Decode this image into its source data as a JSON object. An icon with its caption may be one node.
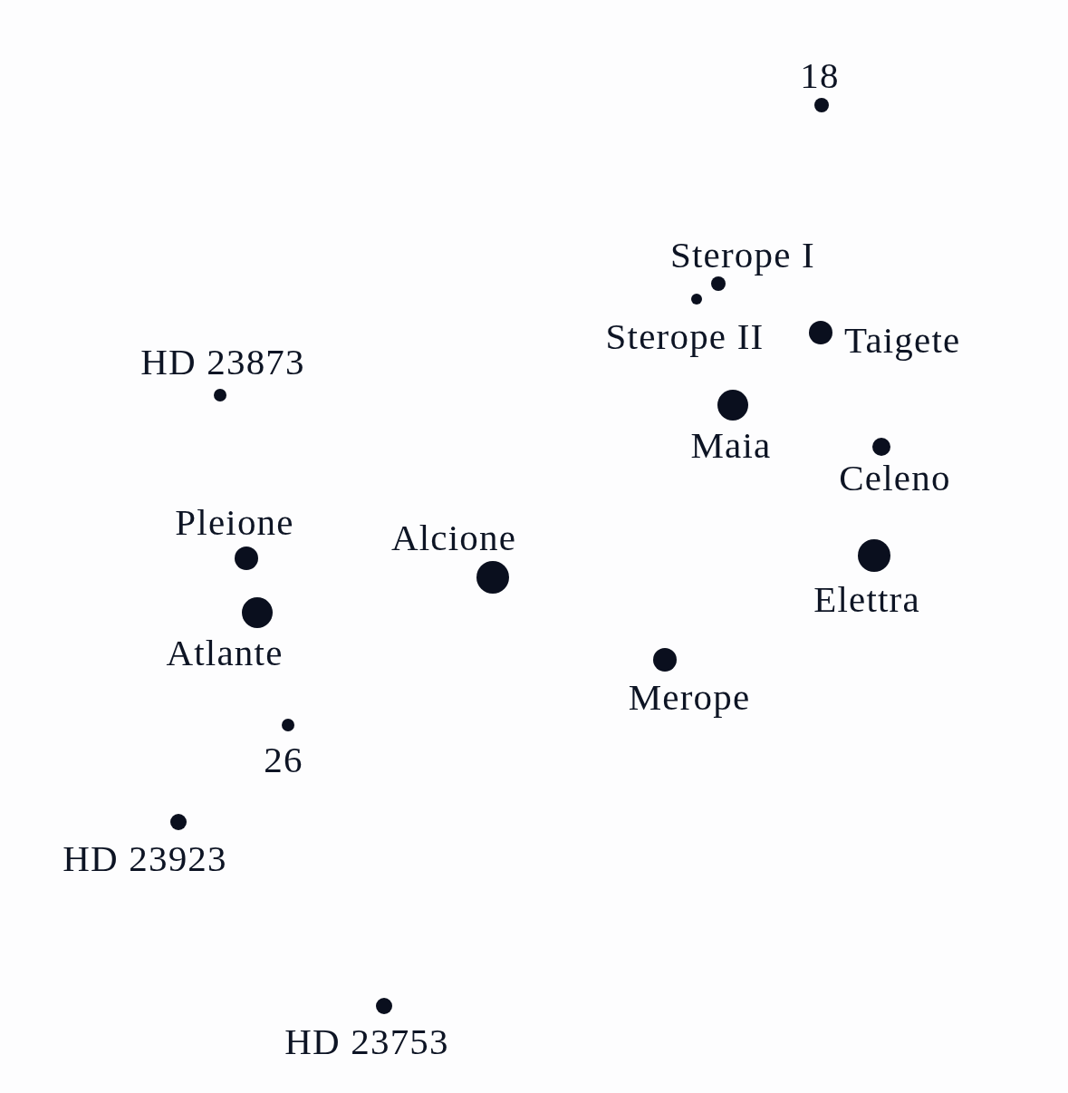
{
  "diagram": {
    "nodes": [
      {
        "text": [],
        "shape": "circle",
        "beside": [
          "18"
        ]
      },
      {
        "text": [],
        "shape": "circle",
        "beside": [
          "Sterope I"
        ]
      },
      {
        "text": [],
        "shape": "circle",
        "beside": [
          "Sterope II"
        ]
      },
      {
        "text": [],
        "shape": "circle",
        "beside": [
          "Taigete"
        ]
      },
      {
        "text": [],
        "shape": "circle",
        "beside": [
          "HD 23873"
        ]
      },
      {
        "text": [],
        "shape": "circle",
        "beside": [
          "Maia"
        ]
      },
      {
        "text": [],
        "shape": "circle",
        "beside": [
          "Celeno"
        ]
      },
      {
        "text": [],
        "shape": "circle",
        "beside": [
          "Pleione"
        ]
      },
      {
        "text": [],
        "shape": "circle",
        "beside": [
          "Alcione"
        ]
      },
      {
        "text": [],
        "shape": "circle",
        "beside": [
          "Elettra"
        ]
      },
      {
        "text": [],
        "shape": "circle",
        "beside": [
          "Atlante"
        ]
      },
      {
        "text": [],
        "shape": "circle",
        "beside": [
          "Merope"
        ]
      },
      {
        "text": [],
        "shape": "circle",
        "beside": [
          "26"
        ]
      },
      {
        "text": [],
        "shape": "circle",
        "beside": [
          "HD 23923"
        ]
      },
      {
        "text": [],
        "shape": "circle",
        "beside": [
          "HD 23753"
        ]
      }
    ]
  }
}
